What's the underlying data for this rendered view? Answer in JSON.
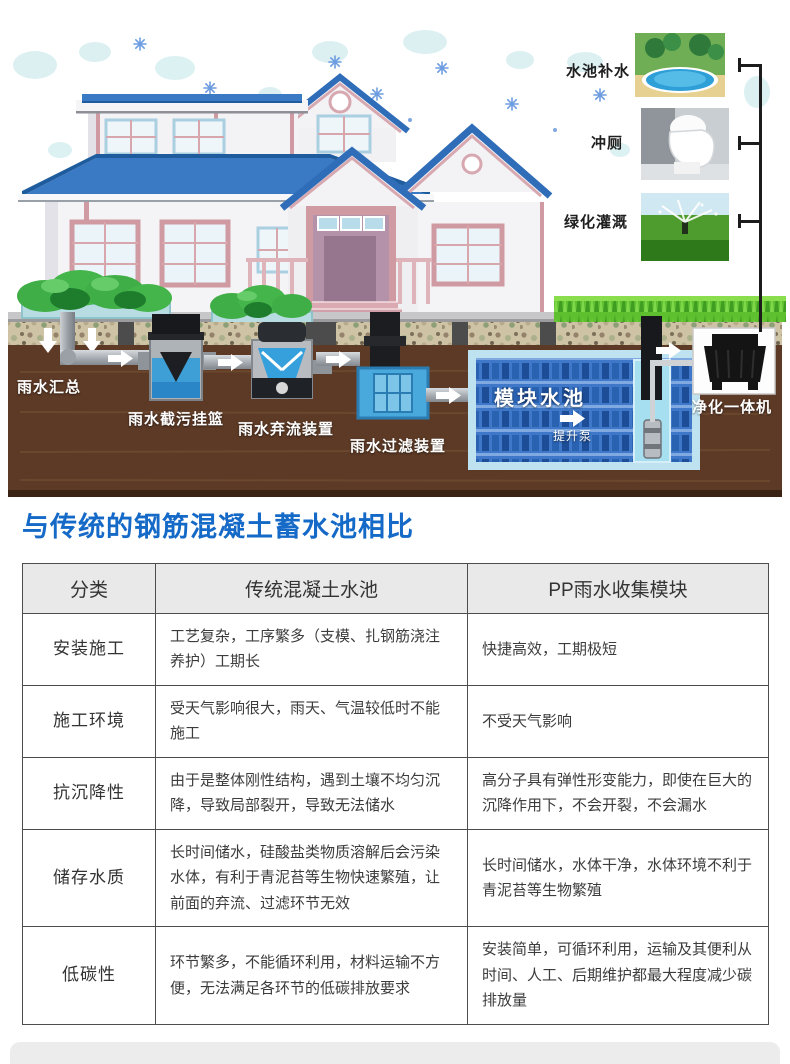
{
  "hero": {
    "usages": [
      {
        "label": "水池补水",
        "image": "pool-thumbnail"
      },
      {
        "label": "冲厕",
        "image": "toilet-thumbnail"
      },
      {
        "label": "绿化灌溉",
        "image": "irrigation-thumbnail"
      }
    ],
    "flow_labels": {
      "rain_collect": "雨水汇总",
      "basket": "雨水截污挂篮",
      "discard": "雨水弃流装置",
      "filter": "雨水过滤装置",
      "module_pool": "模块水池",
      "lift_pump": "提升泵",
      "purifier": "净化一体机"
    }
  },
  "comparison": {
    "title": "与传统的钢筋混凝土蓄水池相比",
    "table": {
      "headers": [
        "分类",
        "传统混凝土水池",
        "PP雨水收集模块"
      ],
      "rows": [
        {
          "category": "安装施工",
          "traditional": "工艺复杂，工序繁多（支模、扎钢筋浇注养护）工期长",
          "pp_module": "快捷高效，工期极短"
        },
        {
          "category": "施工环境",
          "traditional": "受天气影响很大，雨天、气温较低时不能施工",
          "pp_module": "不受天气影响"
        },
        {
          "category": "抗沉降性",
          "traditional": "由于是整体刚性结构，遇到土壤不均匀沉降，导致局部裂开，导致无法储水",
          "pp_module": "高分子具有弹性形变能力，即使在巨大的沉降作用下，不会开裂，不会漏水"
        },
        {
          "category": "储存水质",
          "traditional": "长时间储水，硅酸盐类物质溶解后会污染水体，有利于青泥苔等生物快速繁殖，让前面的弃流、过滤环节无效",
          "pp_module": "长时间储水，水体干净，水体环境不利于青泥苔等生物繁殖"
        },
        {
          "category": "低碳性",
          "traditional": "环节繁多，不能循环利用，材料运输不方便，无法满足各环节的低碳排放要求",
          "pp_module": "安装简单，可循环利用，运输及其便利从时间、人工、后期维护都最大程度减少碳排放量"
        }
      ]
    }
  },
  "colors": {
    "accent_blue": "#1569c7",
    "roof_blue": "#3a79c4",
    "soil_brown": "#5d3a26",
    "tank_blue": "#3f78c8",
    "grass_green": "#5fc02f"
  }
}
